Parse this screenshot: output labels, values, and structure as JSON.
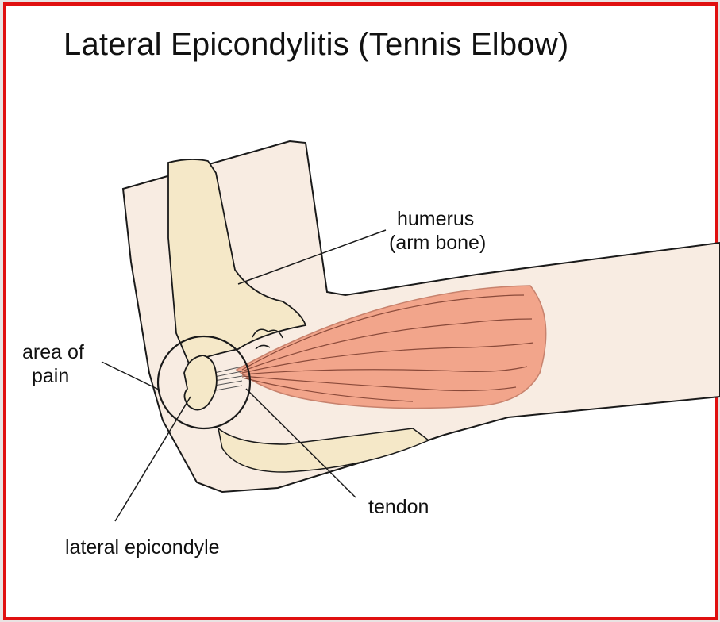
{
  "title": "Lateral Epicondylitis (Tennis Elbow)",
  "labels": {
    "humerus_line1": "humerus",
    "humerus_line2": "(arm bone)",
    "area_line1": "area of",
    "area_line2": "pain",
    "tendon": "tendon",
    "lateral_epicondyle": "lateral epicondyle"
  },
  "colors": {
    "frame_border": "#e01010",
    "skin": "#f8ece2",
    "bone": "#f5e8c8",
    "muscle": "#f2a58b",
    "outline": "#1a1a1a"
  }
}
